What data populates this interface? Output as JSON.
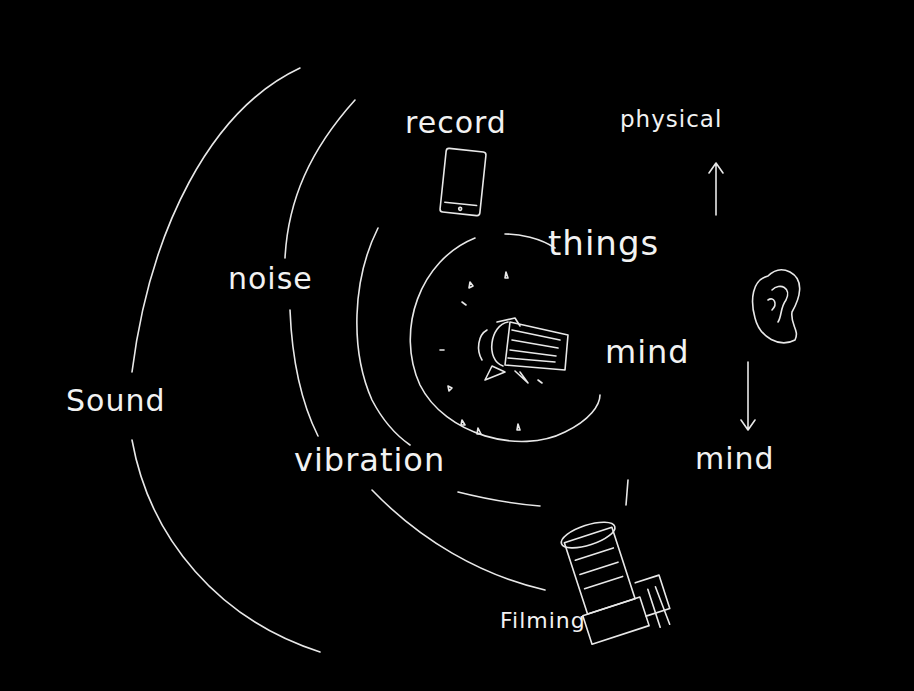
{
  "diagram": {
    "labels": [
      "record",
      "physical",
      "things",
      "noise",
      "mind",
      "Sound",
      "mind",
      "vibration",
      "Filming"
    ]
  }
}
